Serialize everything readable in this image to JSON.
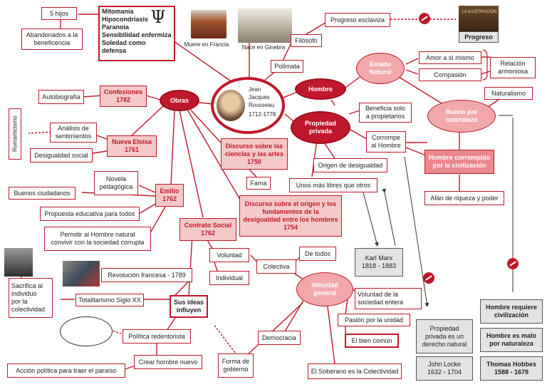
{
  "center": {
    "name": "Jean\nJacques\nRousseau",
    "years": "1712-1778"
  },
  "top": {
    "cinco_hijos": "5 hijos",
    "abandonados": "Abandonados a la\nbeneficencia",
    "mitomania": "Mitomanía\nHipocondriasis\nParanoia\nSensibilidad enfermiza\nSoledad como defensa",
    "psi": "Ψ",
    "muere": "Muere en Francia",
    "nace": "Nace en Ginebra",
    "filosofo": "Filósofo",
    "polimata": "Polímata",
    "progreso_esclaviza": "Progreso esclaviza",
    "progreso": "Progreso",
    "ilustracion_image_text": "LA ILUSTRACIÓN"
  },
  "hombre": {
    "hombre": "Hombre",
    "estado_natural": "Estado\nNatural",
    "amor": "Amor a sí mismo",
    "compasion": "Compasión",
    "relacion": "Relación\narmoniosa",
    "naturalismo": "Naturalismo",
    "bueno": "Bueno por\nnaturaleza",
    "propiedad": "Propiedad\nprivada",
    "beneficia": "Beneficia solo\na propietarios",
    "corrompe": "Corrompe\nal Hombre",
    "corrompido": "Hombre corrompido\npor la civilización",
    "afan": "Afán de riqueza y poder",
    "origen": "Origen de desigualdad",
    "unos_mas": "Unos más libres que otros",
    "marx": "Karl Marx\n1818 - 1883",
    "locke_text": "Propiedad\nprivada es un\nderecho natural",
    "locke": "John Locke\n1632 - 1704",
    "hobbes_req": "Hombre requiere\ncivilización",
    "hobbes_malo": "Hombre es malo\npor naturaleza",
    "hobbes": "Thomas Hobbes\n1588 - 1679"
  },
  "obras": {
    "obras": "Obras",
    "autobiografia": "Autobiografía",
    "confesiones": "Confesiones\n1782",
    "romanticismo": "Romanticismo",
    "analisis": "Análisis de\nsentimientos",
    "nueva_eloisa": "Nueva Eloisa\n1761",
    "desigualdad_social": "Desigualdad social",
    "novela": "Novela\npedagógica",
    "emilio": "Emilio\n1762",
    "buenos_ciudadanos": "Buenos ciudadanos",
    "propuesta": "Propuesta educativa para todos",
    "permitir": "Permitir al Hombre natural\nconvivir con la sociedad corrupta",
    "discurso_ciencias": "Discurso sobre las\nciencias y las artes\n1750",
    "fama": "Fama",
    "discurso_origen": "Discurso sobre el origen y los\nfundamentos de la\ndesigualdad entre los hombres\n1754",
    "contrato": "Contrato Social\n1762"
  },
  "contrato": {
    "voluntad": "Voluntad",
    "individual": "Individual",
    "colectiva": "Colectiva",
    "de_todos": "De todos",
    "voluntad_general": "Voluntad\ngeneral",
    "voluntad_sociedad": "Voluntad de la\nsociedad entera",
    "pasion": "Pasión por la unidad",
    "bien_comun": "El bien común",
    "democracia": "Democracia",
    "soberano": "El Soberano es la Colectividad",
    "forma": "Forma de\ngobierno"
  },
  "ideas": {
    "sus_ideas": "Sus ideas\ninfluyen",
    "revolucion": "Revolución francesa - 1789",
    "totalitarismo": "Totalitarismo Siglo XX",
    "sacrifica": "Sacrifica al\nindividuo\npor la\ncolectividad",
    "politica": "Política redentorista",
    "crear": "Crear hombre nuevo",
    "accion": "Acción política para traer el paraíso"
  },
  "colors": {
    "accent": "#c0182b",
    "pink": "#f2a8ab",
    "gray": "#e3e3e3"
  }
}
